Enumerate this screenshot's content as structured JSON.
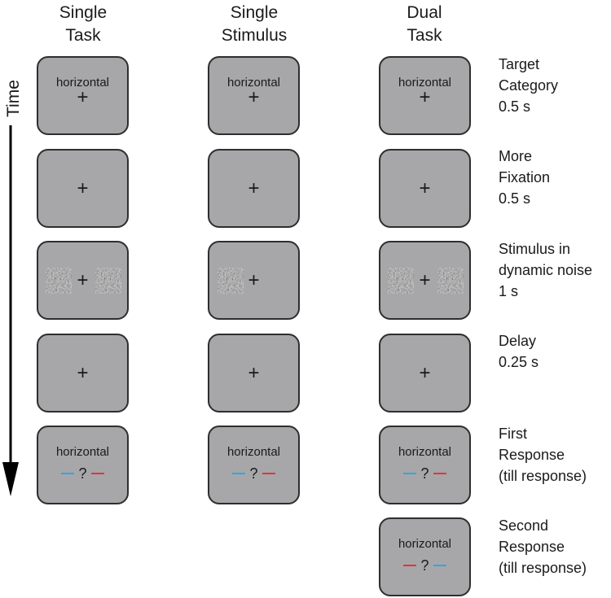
{
  "columns": [
    {
      "title": "Single\nTask"
    },
    {
      "title": "Single\nStimulus"
    },
    {
      "title": "Dual\nTask"
    }
  ],
  "time_label": "Time",
  "cue_word": "horizontal",
  "fixation": "+",
  "question": "?",
  "row_labels": [
    "Target\nCategory\n0.5 s",
    "More\nFixation\n0.5 s",
    "Stimulus in\ndynamic noise\n1 s",
    "Delay\n0.25 s",
    "First\nResponse\n(till response)",
    "Second\nResponse\n(till response)"
  ],
  "colors": {
    "panel": "#a7a7a9",
    "blue_bar": "#2aa7e8",
    "red_bar": "#e8323c"
  }
}
